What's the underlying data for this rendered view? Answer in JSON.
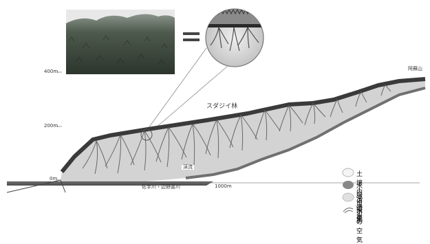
{
  "axis": {
    "y_labels": [
      "400m",
      "200m",
      "0m"
    ],
    "x_label": "1000m"
  },
  "labels": {
    "forest": "スダジイ林",
    "summit": "阿蘇山",
    "stream": "渓流",
    "river": "佐手川・辺野喜川"
  },
  "legend": {
    "items": [
      {
        "label": "土壌内の空気",
        "color": "#f5f5f5"
      },
      {
        "label": "水脈周辺の空気",
        "color": "#888888"
      },
      {
        "label": "浸透水",
        "color": "#e0e0e0"
      },
      {
        "label": "水脈",
        "color": "#ffffff"
      }
    ]
  },
  "colors": {
    "ground_band": "#3a3a3a",
    "soil_fill": "#cfcfcf",
    "vein": "#555555",
    "forest_dark": "#2f3a2f"
  },
  "icons": [
    "equals-icon"
  ]
}
